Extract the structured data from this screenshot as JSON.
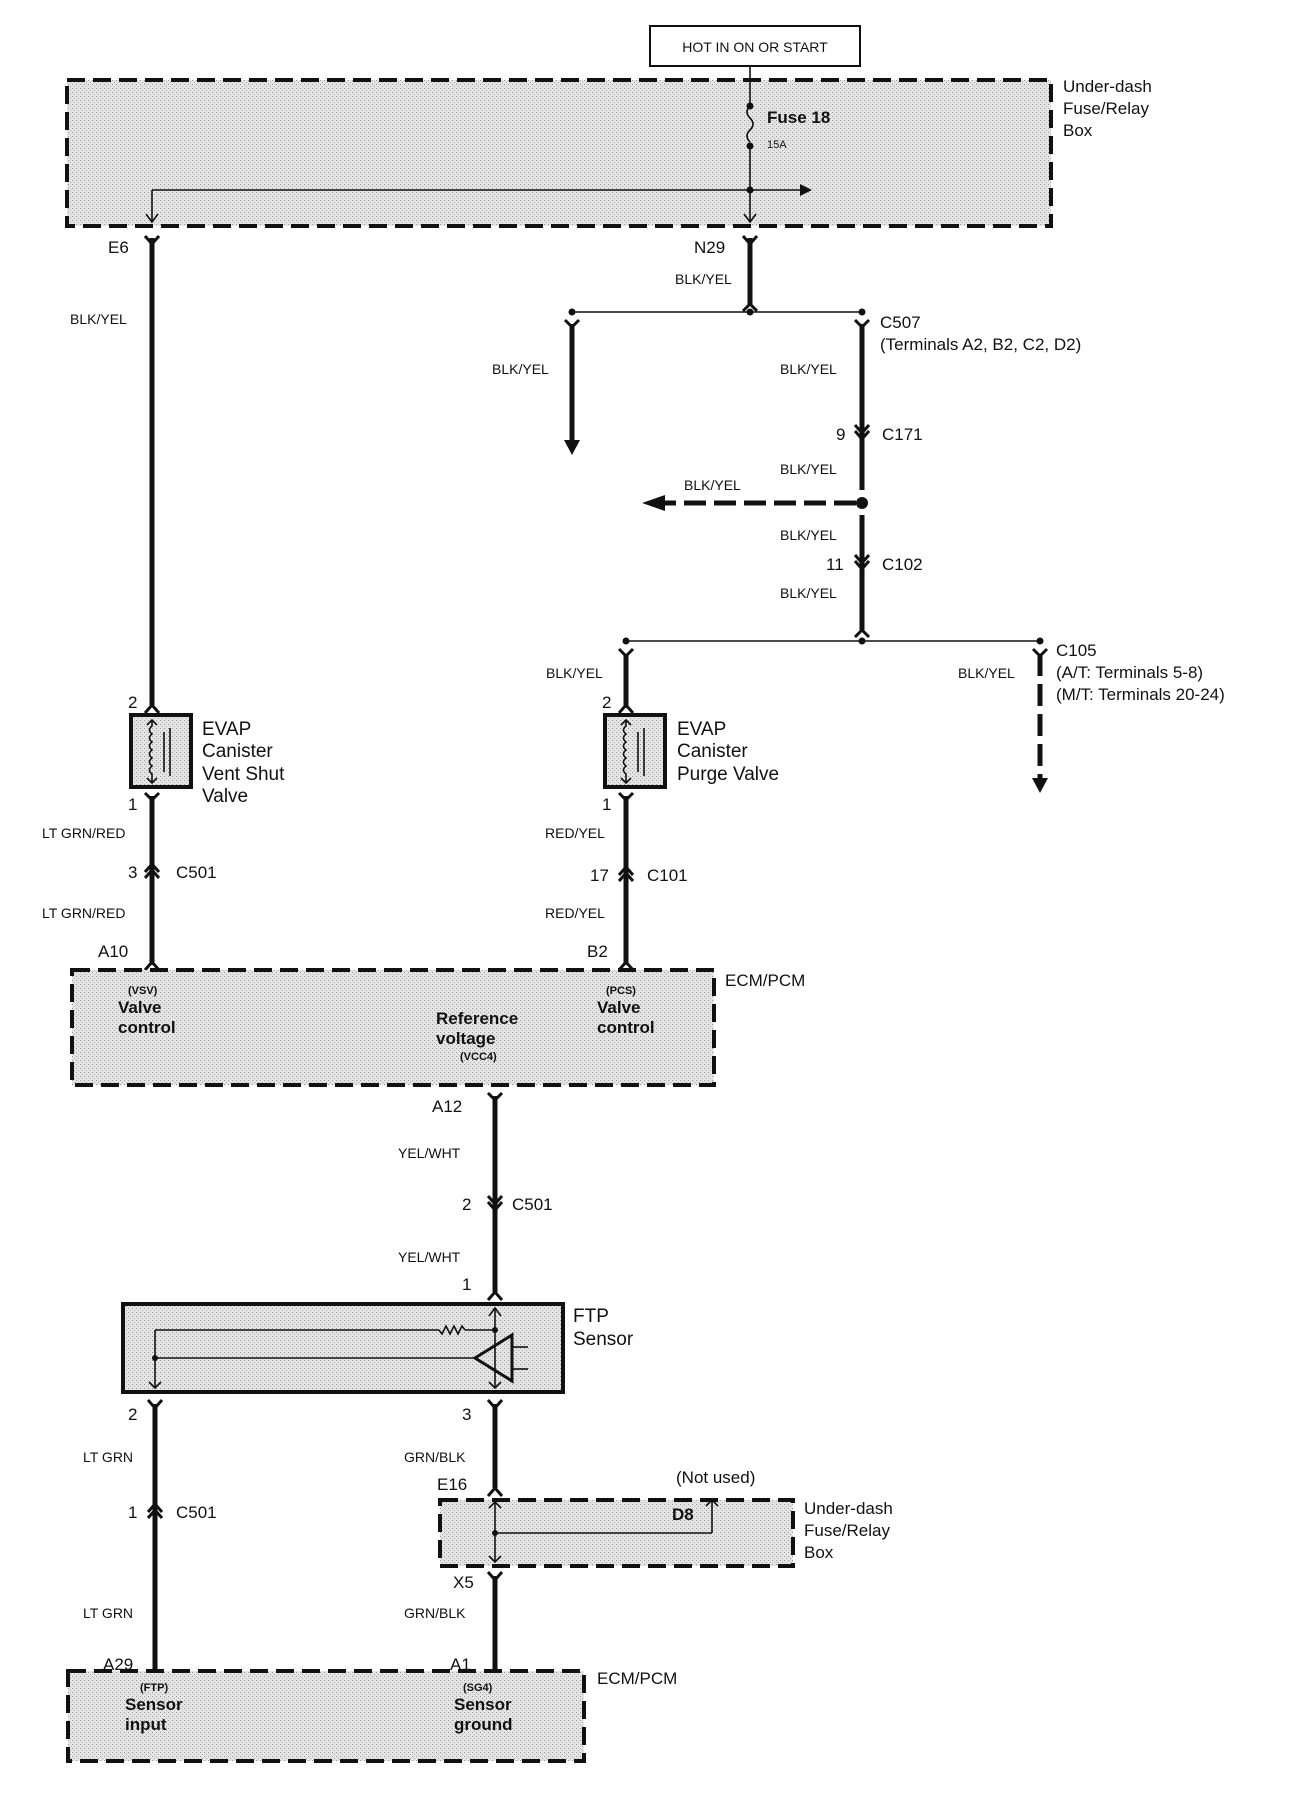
{
  "power_source": {
    "label": "HOT IN ON OR START"
  },
  "fuse_box_top": {
    "name": [
      "Under-dash",
      "Fuse/Relay",
      "Box"
    ],
    "fuse_label": "Fuse 18",
    "fuse_rating": "15A",
    "terminals": {
      "left": "E6",
      "right": "N29"
    }
  },
  "wires": {
    "e6_to_vent": "BLK/YEL",
    "n29_main": "BLK/YEL",
    "branch_left": "BLK/YEL",
    "c507_to_c171": "BLK/YEL",
    "c171_below": "BLK/YEL",
    "splice_dashed": "BLK/YEL",
    "above_c102": "BLK/YEL",
    "below_c102": "BLK/YEL",
    "purge_in": "BLK/YEL",
    "c105_branch": "BLK/YEL",
    "vent_out_upper": "LT GRN/RED",
    "vent_out_lower": "LT GRN/RED",
    "purge_out_upper": "RED/YEL",
    "purge_out_lower": "RED/YEL",
    "vcc4_upper": "YEL/WHT",
    "vcc4_lower": "YEL/WHT",
    "ftp_sig_upper": "LT GRN",
    "ftp_sig_lower": "LT GRN",
    "ftp_gnd_upper": "GRN/BLK",
    "ftp_gnd_lower": "GRN/BLK"
  },
  "connectors": {
    "c507": {
      "name": "C507",
      "note": "(Terminals A2, B2, C2, D2)"
    },
    "c171": {
      "name": "C171",
      "pin": "9"
    },
    "c102": {
      "name": "C102",
      "pin": "11"
    },
    "c105": {
      "name": "C105",
      "note1": "(A/T: Terminals 5-8)",
      "note2": "(M/T: Terminals 20-24)"
    },
    "c501_vent": {
      "name": "C501",
      "pin": "3"
    },
    "c101": {
      "name": "C101",
      "pin": "17"
    },
    "c501_vcc": {
      "name": "C501",
      "pin": "2"
    },
    "c501_ftp": {
      "name": "C501",
      "pin": "1"
    }
  },
  "vent_valve": {
    "name": [
      "EVAP",
      "Canister",
      "Vent Shut",
      "Valve"
    ],
    "pin_top": "2",
    "pin_bottom": "1"
  },
  "purge_valve": {
    "name": [
      "EVAP",
      "Canister",
      "Purge Valve"
    ],
    "pin_top": "2",
    "pin_bottom": "1"
  },
  "ecm_top": {
    "name": "ECM/PCM",
    "terminals": {
      "vsv": "A10",
      "pcs": "B2",
      "vcc4": "A12"
    },
    "vsv": {
      "code": "(VSV)",
      "line1": "Valve",
      "line2": "control"
    },
    "ref": {
      "line1": "Reference",
      "line2": "voltage",
      "code": "(VCC4)"
    },
    "pcs": {
      "code": "(PCS)",
      "line1": "Valve",
      "line2": "control"
    }
  },
  "ftp_sensor": {
    "name": [
      "FTP",
      "Sensor"
    ],
    "pin_top": "1",
    "pin_left": "2",
    "pin_right": "3"
  },
  "fuse_box_bottom": {
    "name": [
      "Under-dash",
      "Fuse/Relay",
      "Box"
    ],
    "terminals": {
      "in": "E16",
      "out": "X5",
      "unused": "D8"
    },
    "unused_note": "(Not used)"
  },
  "ecm_bottom": {
    "name": "ECM/PCM",
    "terminals": {
      "ftp": "A29",
      "sg4": "A1"
    },
    "ftp": {
      "code": "(FTP)",
      "line1": "Sensor",
      "line2": "input"
    },
    "sg4": {
      "code": "(SG4)",
      "line1": "Sensor",
      "line2": "ground"
    }
  }
}
